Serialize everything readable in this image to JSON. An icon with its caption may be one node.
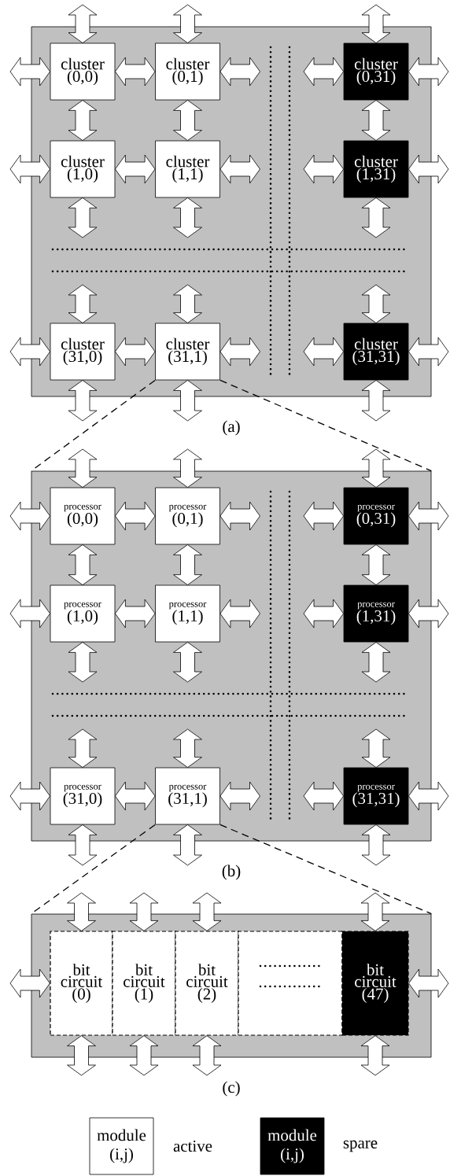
{
  "diagram": {
    "nodes": [
      {
        "text": [],
        "shape": "box",
        "beside": [
          "(a)"
        ]
      },
      {
        "text": [
          "cluster (0,0)"
        ],
        "in": 0
      },
      {
        "text": [
          "cluster (0,1)"
        ],
        "in": 0
      },
      {
        "text": [
          "cluster (0,31)"
        ],
        "in": 0
      },
      {
        "text": [
          "cluster (1,0)"
        ],
        "in": 0
      },
      {
        "text": [
          "cluster (1,1)"
        ],
        "in": 0
      },
      {
        "text": [
          "cluster (1,31)"
        ],
        "in": 0
      },
      {
        "text": [
          "cluster (31,0)"
        ],
        "in": 0
      },
      {
        "text": [
          "cluster (31,1)"
        ],
        "in": 0
      },
      {
        "text": [
          "cluster (31,31)"
        ],
        "in": 0
      },
      {
        "text": [],
        "shape": "box",
        "beside": [
          "(b)"
        ]
      },
      {
        "text": [
          "processor",
          "(0,0)"
        ],
        "in": 10
      },
      {
        "text": [
          "processor",
          "(0,1)"
        ],
        "in": 10
      },
      {
        "text": [
          "processor",
          "(0,31)"
        ],
        "in": 10
      },
      {
        "text": [
          "processor",
          "(1,0)"
        ],
        "in": 10
      },
      {
        "text": [
          "processor",
          "(1,1)"
        ],
        "in": 10
      },
      {
        "text": [
          "processor",
          "(1,31)"
        ],
        "in": 10
      },
      {
        "text": [
          "processor",
          "(31,0)"
        ],
        "in": 10
      },
      {
        "text": [
          "processor",
          "(31,1)"
        ],
        "in": 10
      },
      {
        "text": [
          "processor",
          "(31,31)"
        ],
        "in": 10
      },
      {
        "text": [],
        "shape": "box",
        "beside": [
          "(c)"
        ]
      },
      {
        "text": [
          "bit circuit (0)"
        ],
        "in": 20
      },
      {
        "text": [
          "bit circuit (1)"
        ],
        "in": 20
      },
      {
        "text": [
          "bit circuit (2)"
        ],
        "in": 20
      },
      {
        "text": [],
        "shape": "box",
        "in": 20
      },
      {
        "text": [
          "bit circuit (47)"
        ],
        "in": 20
      }
    ],
    "edges": [
      {
        "from": null,
        "to": 1,
        "arrow": "both"
      },
      {
        "from": 1,
        "to": 2,
        "arrow": "both"
      },
      {
        "from": 2,
        "to": null,
        "arrow": "both"
      },
      {
        "from": null,
        "to": 3,
        "arrow": "both"
      },
      {
        "from": 3,
        "to": null,
        "arrow": "both"
      },
      {
        "from": null,
        "to": 4,
        "arrow": "both"
      },
      {
        "from": 4,
        "to": 5,
        "arrow": "both"
      },
      {
        "from": 5,
        "to": null,
        "arrow": "both"
      },
      {
        "from": null,
        "to": 6,
        "arrow": "both"
      },
      {
        "from": 6,
        "to": null,
        "arrow": "both"
      },
      {
        "from": null,
        "to": 7,
        "arrow": "both"
      },
      {
        "from": 7,
        "to": 8,
        "arrow": "both"
      },
      {
        "from": 8,
        "to": null,
        "arrow": "both"
      },
      {
        "from": null,
        "to": 9,
        "arrow": "both"
      },
      {
        "from": 9,
        "to": null,
        "arrow": "both"
      },
      {
        "from": null,
        "to": 1,
        "arrow": "both"
      },
      {
        "from": 1,
        "to": 4,
        "arrow": "both"
      },
      {
        "from": 4,
        "to": null,
        "arrow": "both"
      },
      {
        "from": null,
        "to": 7,
        "arrow": "both"
      },
      {
        "from": 7,
        "to": null,
        "arrow": "both"
      },
      {
        "from": null,
        "to": 2,
        "arrow": "both"
      },
      {
        "from": 2,
        "to": 5,
        "arrow": "both"
      },
      {
        "from": 5,
        "to": null,
        "arrow": "both"
      },
      {
        "from": null,
        "to": 8,
        "arrow": "both"
      },
      {
        "from": 8,
        "to": null,
        "arrow": "both"
      },
      {
        "from": null,
        "to": 3,
        "arrow": "both"
      },
      {
        "from": 3,
        "to": 6,
        "arrow": "both"
      },
      {
        "from": 6,
        "to": null,
        "arrow": "both"
      },
      {
        "from": null,
        "to": 9,
        "arrow": "both"
      },
      {
        "from": 9,
        "to": null,
        "arrow": "both"
      },
      {
        "from": 8,
        "to": 10,
        "arrow": "none",
        "style": "dashed"
      },
      {
        "from": 8,
        "to": 10,
        "arrow": "none",
        "style": "dashed"
      },
      {
        "from": null,
        "to": 11,
        "arrow": "both"
      },
      {
        "from": 11,
        "to": 12,
        "arrow": "both"
      },
      {
        "from": 12,
        "to": null,
        "arrow": "both"
      },
      {
        "from": null,
        "to": 13,
        "arrow": "both"
      },
      {
        "from": 13,
        "to": null,
        "arrow": "both"
      },
      {
        "from": null,
        "to": 14,
        "arrow": "both"
      },
      {
        "from": 14,
        "to": 15,
        "arrow": "both"
      },
      {
        "from": 15,
        "to": null,
        "arrow": "both"
      },
      {
        "from": null,
        "to": 16,
        "arrow": "both"
      },
      {
        "from": 16,
        "to": null,
        "arrow": "both"
      },
      {
        "from": null,
        "to": 17,
        "arrow": "both"
      },
      {
        "from": 17,
        "to": 18,
        "arrow": "both"
      },
      {
        "from": 18,
        "to": null,
        "arrow": "both"
      },
      {
        "from": null,
        "to": 19,
        "arrow": "both"
      },
      {
        "from": 19,
        "to": null,
        "arrow": "both"
      },
      {
        "from": null,
        "to": 11,
        "arrow": "both"
      },
      {
        "from": 11,
        "to": 14,
        "arrow": "both"
      },
      {
        "from": 14,
        "to": null,
        "arrow": "both"
      },
      {
        "from": null,
        "to": 17,
        "arrow": "both"
      },
      {
        "from": 17,
        "to": null,
        "arrow": "both"
      },
      {
        "from": null,
        "to": 12,
        "arrow": "both"
      },
      {
        "from": 12,
        "to": 15,
        "arrow": "both"
      },
      {
        "from": 15,
        "to": null,
        "arrow": "both"
      },
      {
        "from": null,
        "to": 18,
        "arrow": "both"
      },
      {
        "from": 18,
        "to": null,
        "arrow": "both"
      },
      {
        "from": null,
        "to": 13,
        "arrow": "both"
      },
      {
        "from": 13,
        "to": 16,
        "arrow": "both"
      },
      {
        "from": 16,
        "to": null,
        "arrow": "both"
      },
      {
        "from": null,
        "to": 19,
        "arrow": "both"
      },
      {
        "from": 19,
        "to": null,
        "arrow": "both"
      },
      {
        "from": 18,
        "to": 20,
        "arrow": "none",
        "style": "dashed"
      },
      {
        "from": 18,
        "to": 20,
        "arrow": "none",
        "style": "dashed"
      },
      {
        "from": null,
        "to": 21,
        "arrow": "both"
      },
      {
        "from": 25,
        "to": null,
        "arrow": "both"
      },
      {
        "from": null,
        "to": 21,
        "arrow": "both"
      },
      {
        "from": null,
        "to": 22,
        "arrow": "both"
      },
      {
        "from": null,
        "to": 23,
        "arrow": "both"
      },
      {
        "from": null,
        "to": 25,
        "arrow": "both"
      },
      {
        "from": 21,
        "to": null,
        "arrow": "both"
      },
      {
        "from": 22,
        "to": null,
        "arrow": "both"
      },
      {
        "from": 23,
        "to": null,
        "arrow": "both"
      },
      {
        "from": 25,
        "to": null,
        "arrow": "both"
      }
    ],
    "labels": [
      "module (i,j)",
      "module (i,j)"
    ],
    "legend": [
      {
        "text": "active"
      },
      {
        "text": "spare",
        "color": "#000000"
      }
    ]
  }
}
